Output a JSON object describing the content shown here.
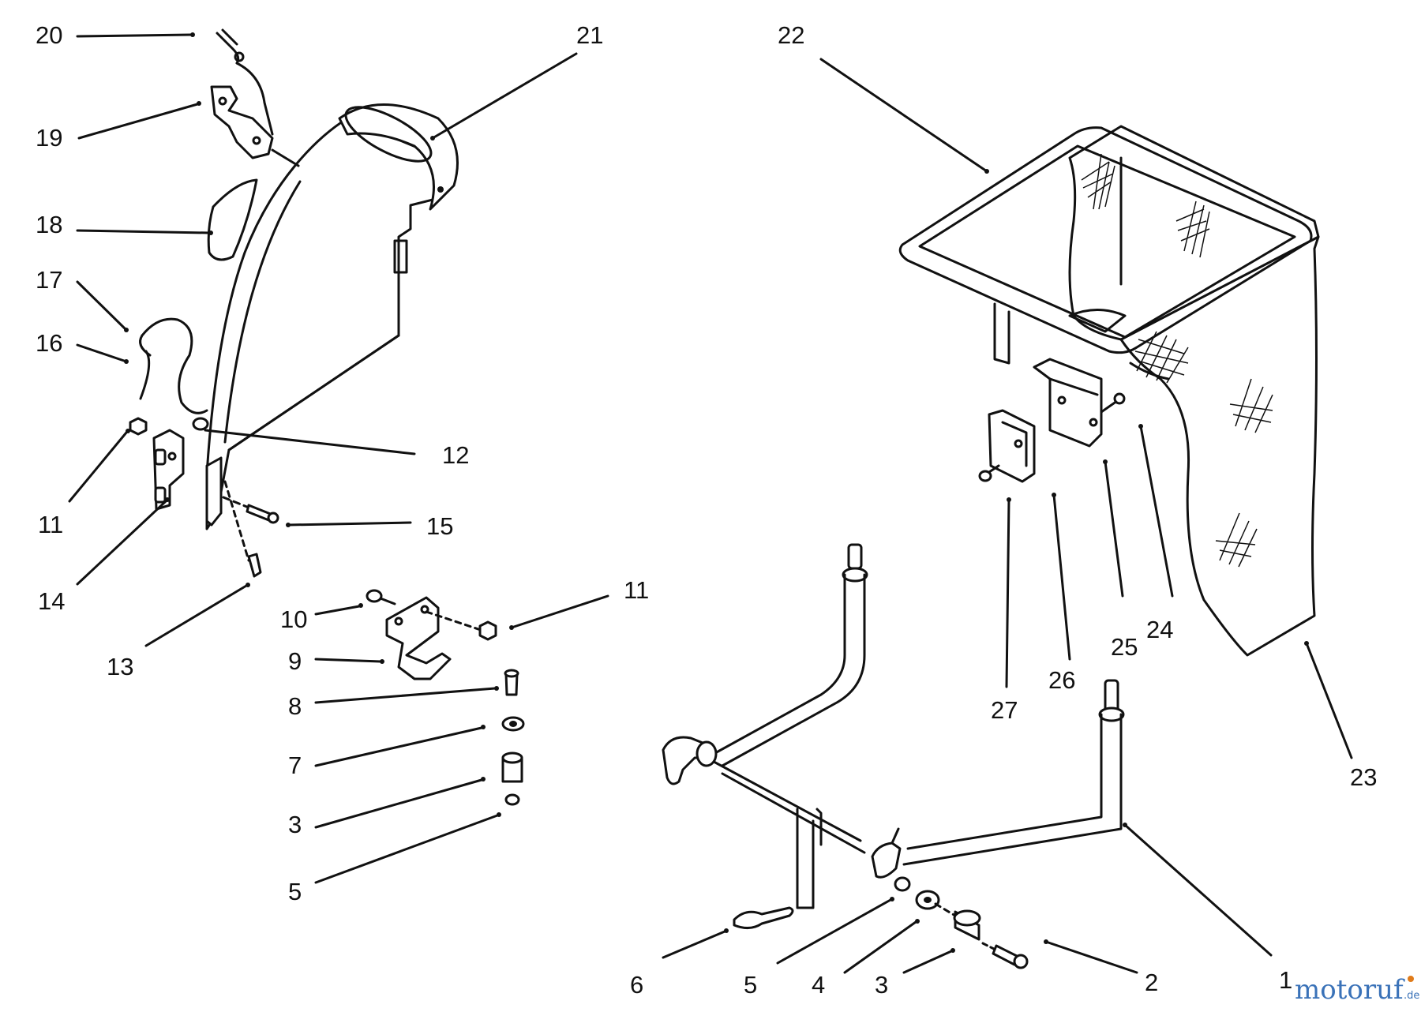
{
  "callouts": {
    "c1": "1",
    "c2": "2",
    "c3a": "3",
    "c3b": "3",
    "c4": "4",
    "c5a": "5",
    "c5b": "5",
    "c6": "6",
    "c7": "7",
    "c8": "8",
    "c9": "9",
    "c10": "10",
    "c11a": "11",
    "c11b": "11",
    "c12": "12",
    "c13": "13",
    "c14": "14",
    "c15": "15",
    "c16": "16",
    "c17": "17",
    "c18": "18",
    "c19": "19",
    "c20": "20",
    "c21": "21",
    "c22": "22",
    "c23": "23",
    "c24": "24",
    "c25": "25",
    "c26": "26",
    "c27": "27"
  },
  "watermark": {
    "brand": "motoruf",
    "tld": ".de"
  }
}
